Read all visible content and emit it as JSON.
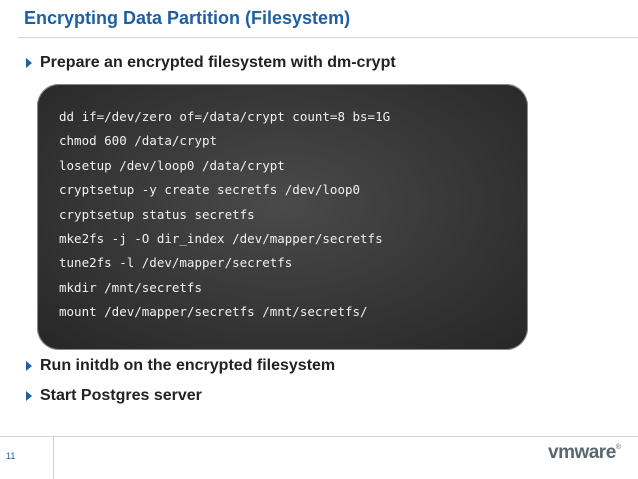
{
  "slide": {
    "title": "Encrypting Data Partition (Filesystem)",
    "bullets": [
      "Prepare an encrypted filesystem with dm-crypt",
      "Run initdb on the encrypted filesystem",
      "Start Postgres server"
    ],
    "code_lines": [
      "dd if=/dev/zero of=/data/crypt count=8 bs=1G",
      "chmod 600 /data/crypt",
      "losetup /dev/loop0 /data/crypt",
      "cryptsetup -y create secretfs /dev/loop0",
      "cryptsetup status secretfs",
      "mke2fs -j -O dir_index /dev/mapper/secretfs",
      "tune2fs -l /dev/mapper/secretfs",
      "mkdir /mnt/secretfs",
      "mount /dev/mapper/secretfs /mnt/secretfs/"
    ],
    "page_number": "11",
    "logo_text": "vmware"
  },
  "colors": {
    "title": "#1f5fa4",
    "bullet_marker": "#1f5fa4",
    "code_bg": "#363636",
    "code_text": "#f0f0f0",
    "logo": "#5b6770"
  },
  "icons": {
    "bullet_marker": "triangle-bullet-icon"
  }
}
